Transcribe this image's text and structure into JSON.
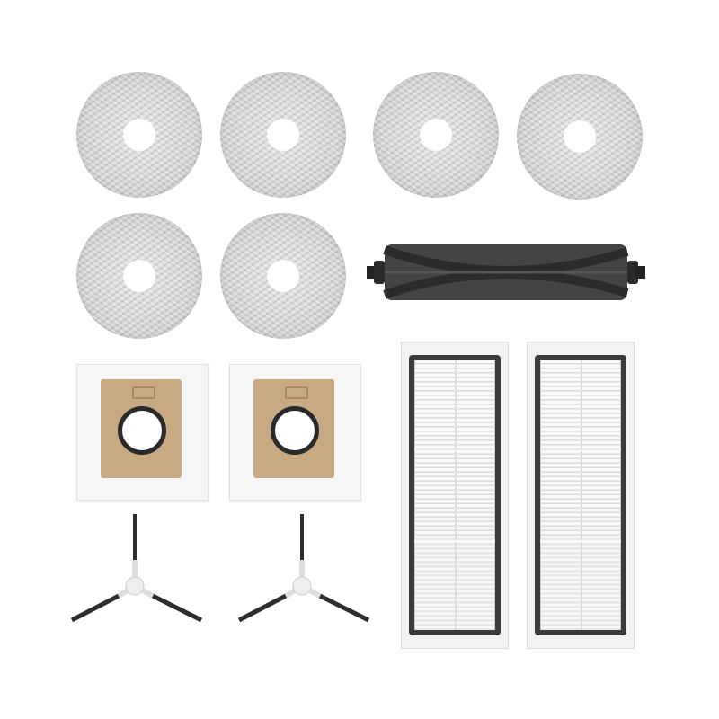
{
  "colors": {
    "background": "#ffffff",
    "mop_pad": "#d4d4d4",
    "roller": "#3b3b3b",
    "dust_bag_panel": "#c9a982",
    "filter_frame": "#3a3a3a",
    "side_brush_bristle": "#2e2e2e"
  },
  "items": {
    "mop_pads": 6,
    "roller_brushes": 1,
    "dust_bags": 2,
    "filters": 2,
    "side_brushes": 2
  }
}
